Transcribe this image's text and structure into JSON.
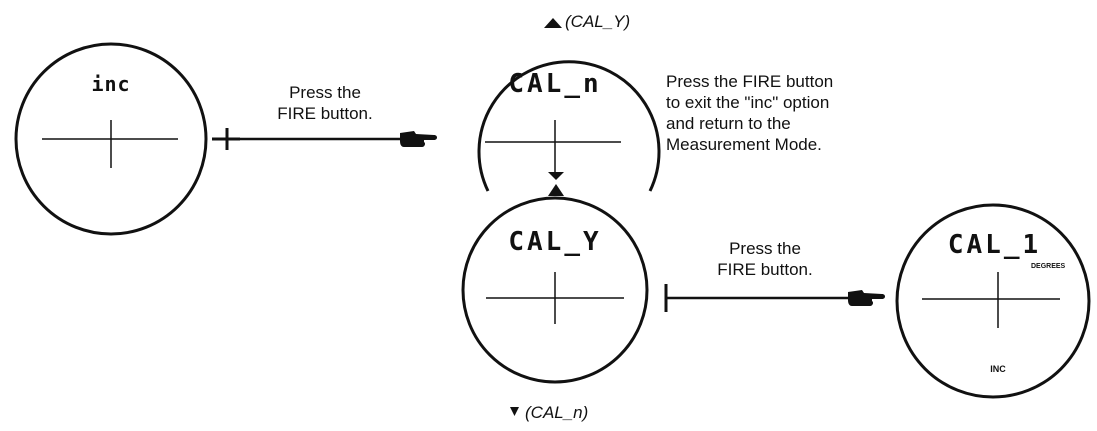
{
  "displays": {
    "inc": "inc",
    "cal_n": "CAL_n",
    "cal_y": "CAL_Y",
    "cal_1": "CAL_1",
    "degrees_label": "DEGREES",
    "inc_label": "INC"
  },
  "labels": {
    "press_fire_1_line1": "Press the",
    "press_fire_1_line2": "FIRE button.",
    "press_fire_2_line1": "Press the",
    "press_fire_2_line2": "FIRE button.",
    "exit_line1": "Press the FIRE button",
    "exit_line2": "to exit the \"inc\" option",
    "exit_line3": "and return  to the",
    "exit_line4": "Measurement Mode.",
    "up_hint": "(CAL_Y)",
    "down_hint": "(CAL_n)"
  },
  "colors": {
    "ink": "#111111",
    "background": "#ffffff"
  }
}
